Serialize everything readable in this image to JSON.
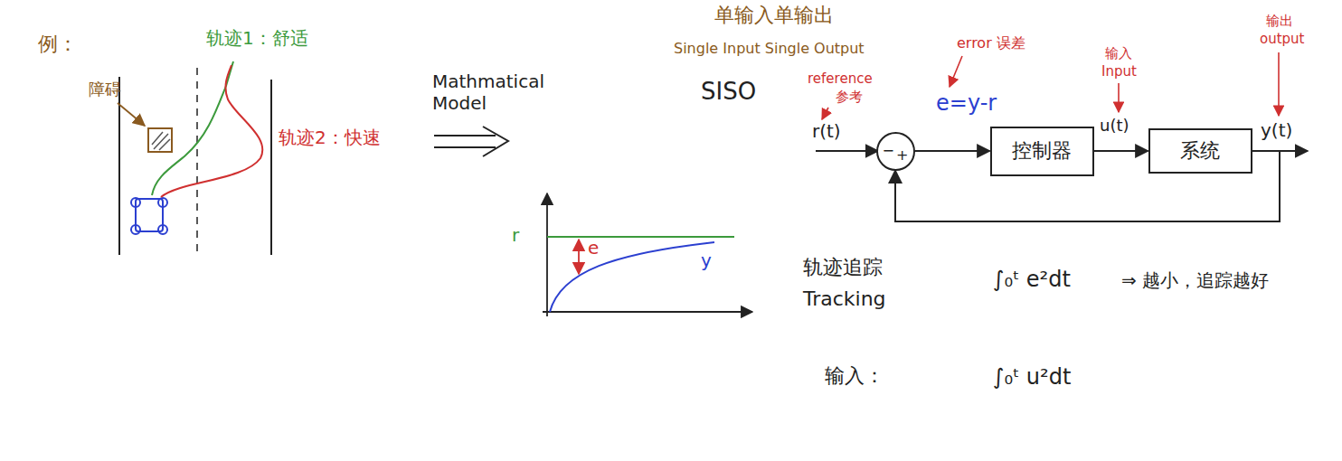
{
  "diagram": {
    "nodes": [
      {
        "text": [
          "−",
          "+"
        ]
      },
      {
        "text": [
          "控制器"
        ]
      },
      {
        "text": [
          "系统"
        ]
      }
    ],
    "edges": [
      {
        "from": 0,
        "to": 1,
        "arrow": "to"
      },
      {
        "from": 1,
        "to": 2,
        "arrow": "to"
      },
      {
        "from": 2,
        "to": 0,
        "arrow": "to"
      }
    ],
    "labels": [
      "例：",
      "轨迹1：舒适",
      "障碍",
      "轨迹2：快速",
      "Mathmatical Model",
      "r",
      "e",
      "y",
      "单输入单输出",
      "Single Input Single Output",
      "SISO",
      "reference",
      "参考",
      "error 误差",
      "e=y-r",
      "r(t)",
      "u(t)",
      "输入",
      "Input",
      "输出",
      "output",
      "y(t)",
      "轨迹追踪",
      "Tracking",
      "∫₀ᵗ e²dt",
      "⇒ 越小，追踪越好",
      "输入：",
      "∫₀ᵗ u²dt"
    ]
  }
}
